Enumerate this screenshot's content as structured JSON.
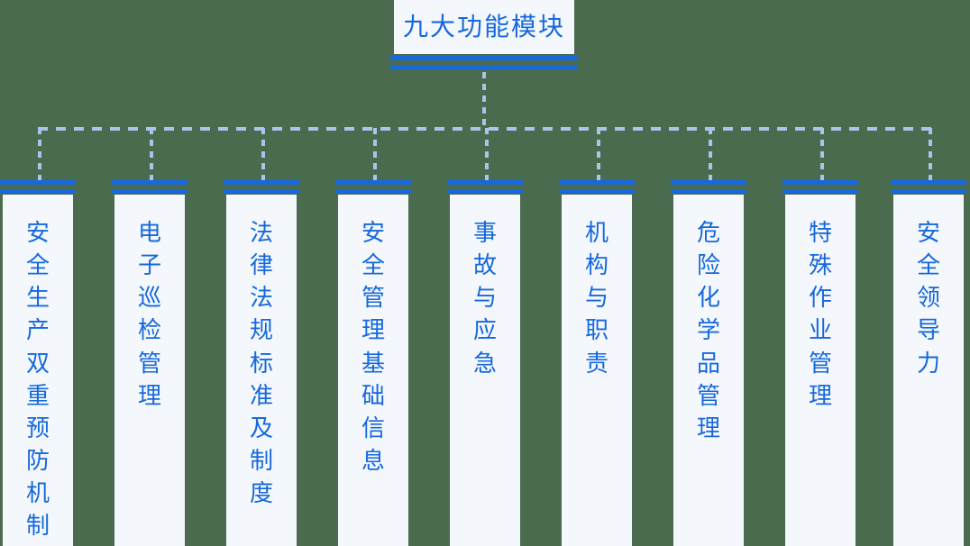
{
  "diagram": {
    "type": "organization-tree",
    "background_color": "#4a6b4d",
    "node_fill_color": "#f4f8fd",
    "accent_color": "#1668dc",
    "connector_color": "#a9c5ea",
    "root": {
      "title": "九大功能模块"
    },
    "children": [
      {
        "label": "安全生产双重预防机制"
      },
      {
        "label": "电子巡检管理"
      },
      {
        "label": "法律法规标准及制度"
      },
      {
        "label": "安全管理基础信息"
      },
      {
        "label": "事故与应急"
      },
      {
        "label": "机构与职责"
      },
      {
        "label": "危险化学品管理"
      },
      {
        "label": "特殊作业管理"
      },
      {
        "label": "安全领导力"
      }
    ]
  }
}
